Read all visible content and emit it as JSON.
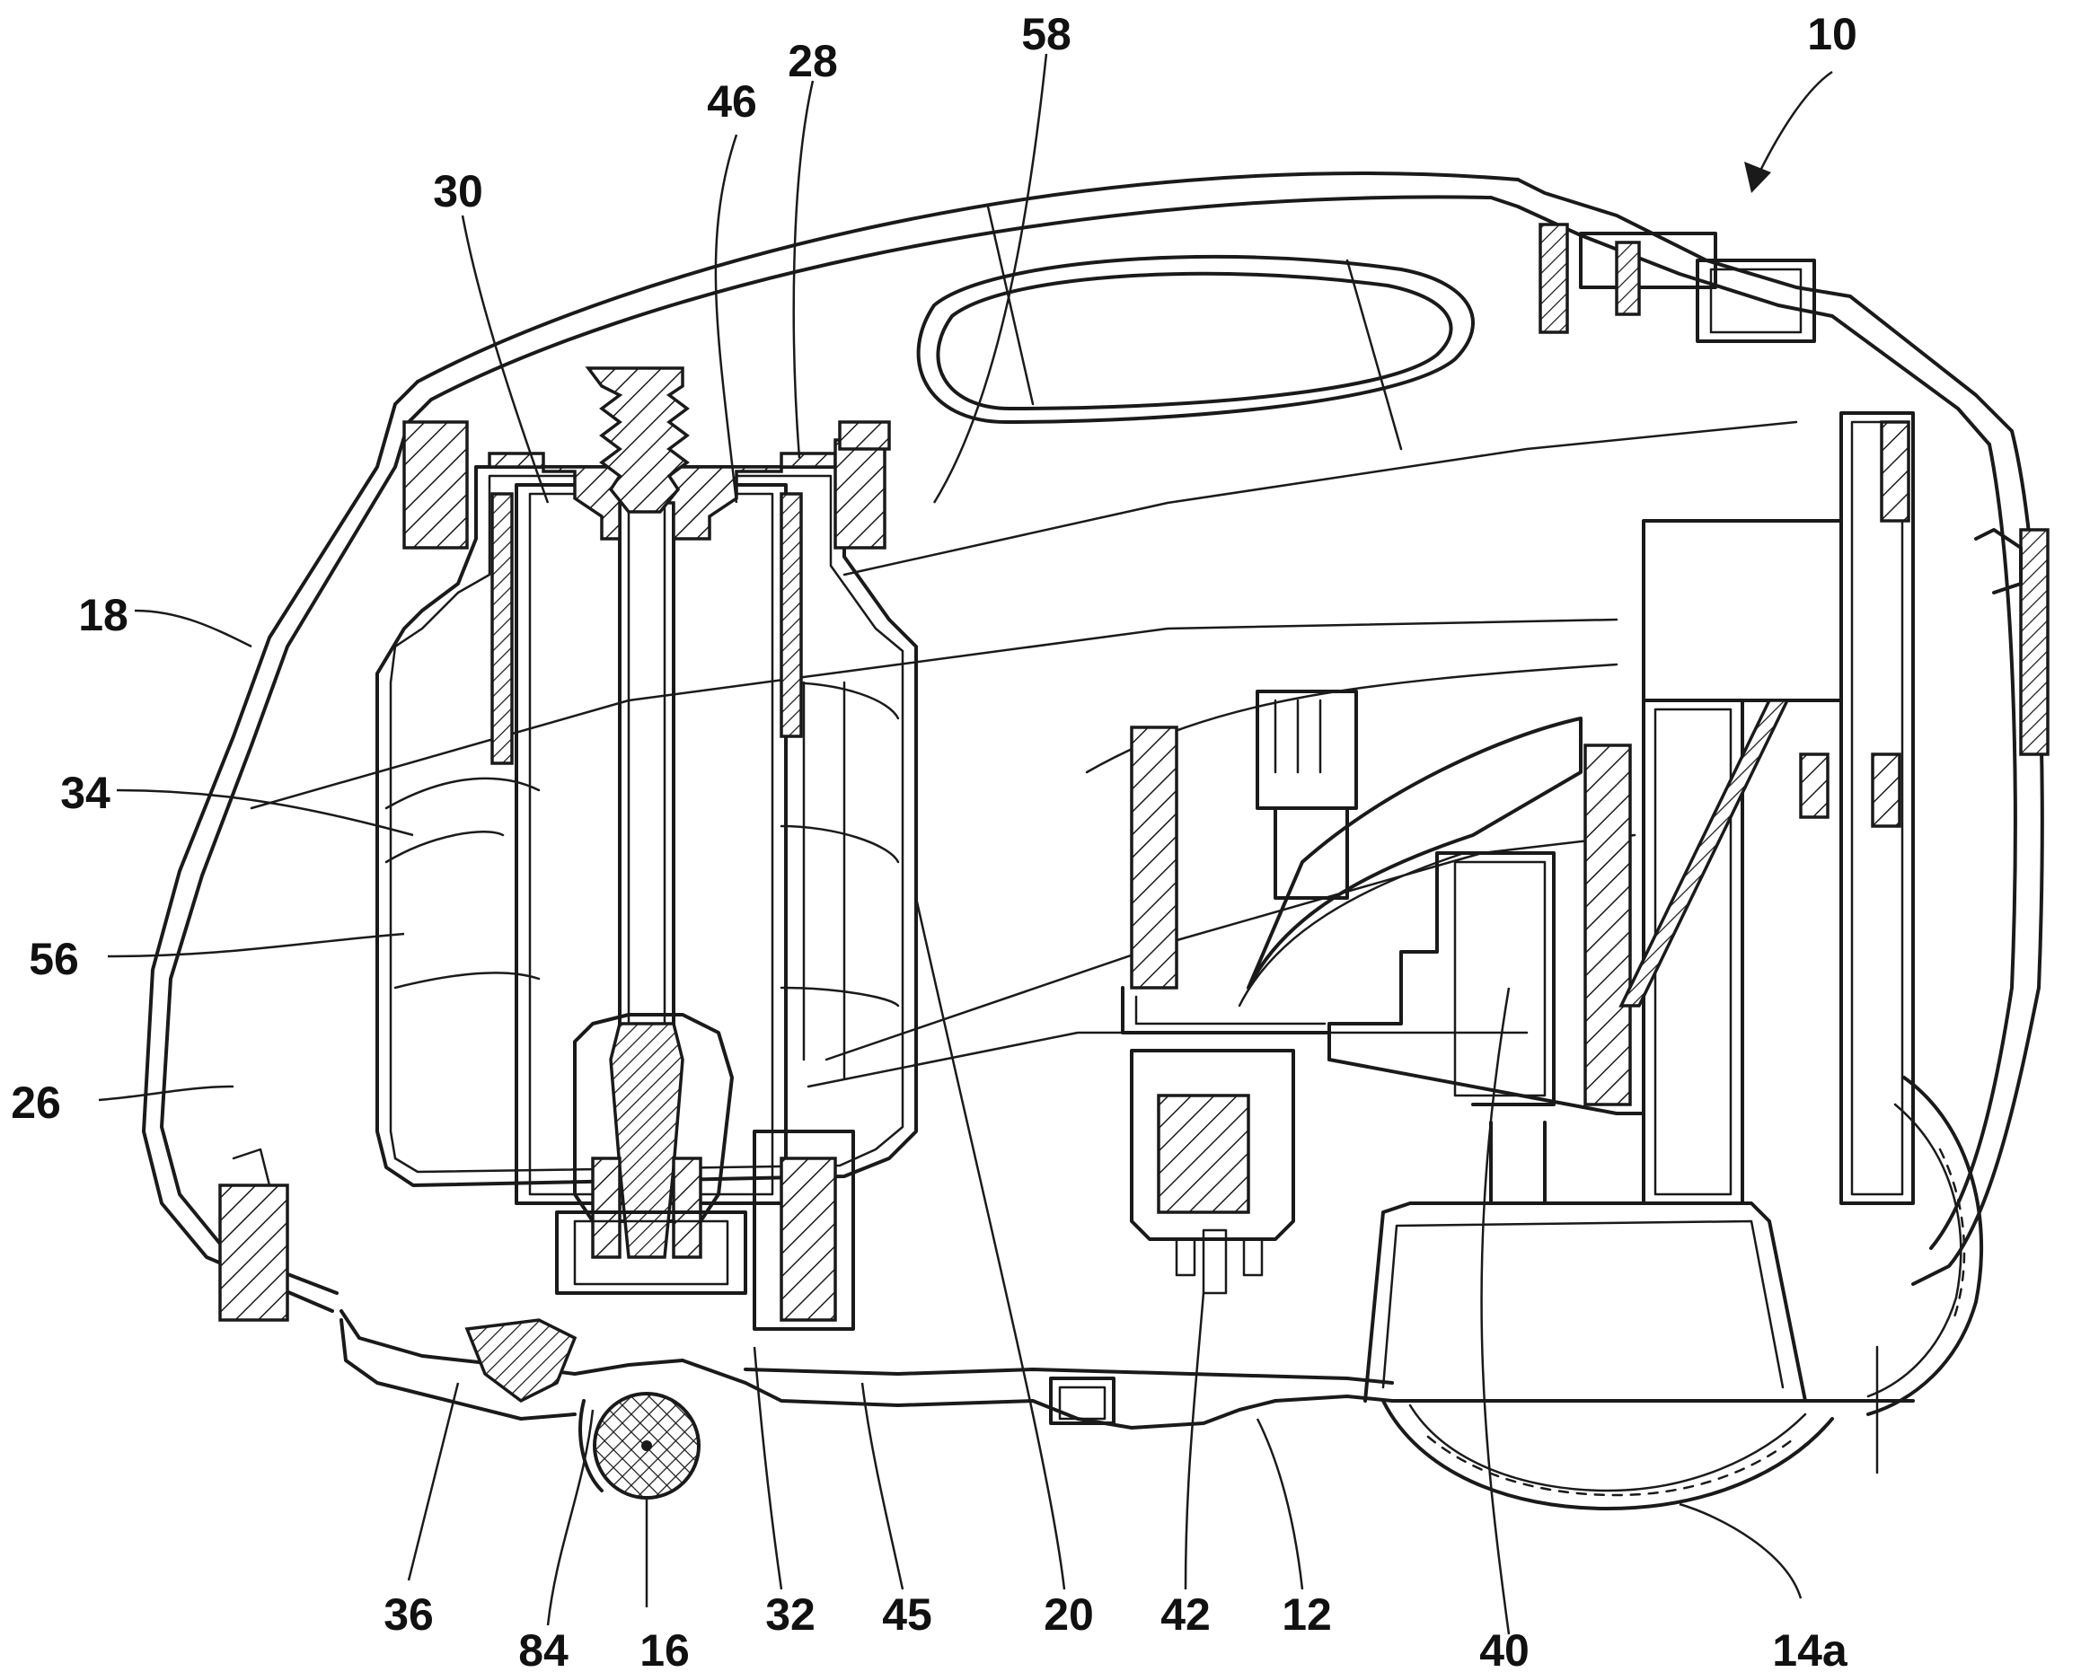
{
  "figure": {
    "reference_numerals": [
      {
        "id": "10",
        "text": "10"
      },
      {
        "id": "58",
        "text": "58"
      },
      {
        "id": "28",
        "text": "28"
      },
      {
        "id": "46",
        "text": "46"
      },
      {
        "id": "30",
        "text": "30"
      },
      {
        "id": "18",
        "text": "18"
      },
      {
        "id": "34",
        "text": "34"
      },
      {
        "id": "56",
        "text": "56"
      },
      {
        "id": "26",
        "text": "26"
      },
      {
        "id": "36",
        "text": "36"
      },
      {
        "id": "84",
        "text": "84"
      },
      {
        "id": "16",
        "text": "16"
      },
      {
        "id": "32",
        "text": "32"
      },
      {
        "id": "45",
        "text": "45"
      },
      {
        "id": "20",
        "text": "20"
      },
      {
        "id": "42",
        "text": "42"
      },
      {
        "id": "12",
        "text": "12"
      },
      {
        "id": "40",
        "text": "40"
      },
      {
        "id": "14a",
        "text": "14a"
      }
    ]
  }
}
